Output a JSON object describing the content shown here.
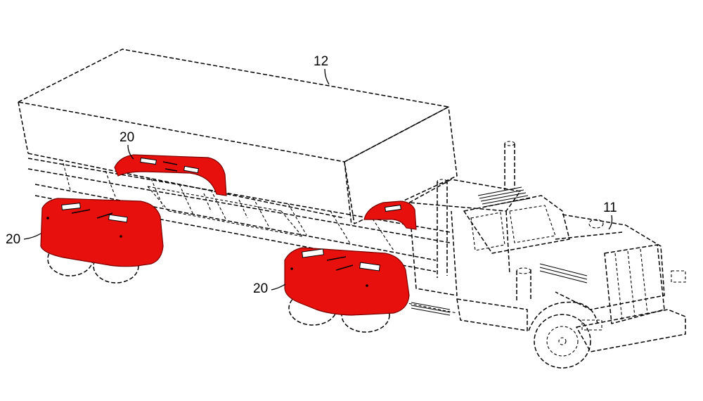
{
  "figure": {
    "labels": {
      "trailer": "12",
      "tractor": "11",
      "fairing_front_upper": "20",
      "fairing_front_lower": "20",
      "fairing_rear_lower": "20"
    },
    "colors": {
      "fairing_fill": "#e8100c",
      "fairing_stroke": "#7a0000",
      "line": "#000000",
      "background": "#ffffff"
    }
  }
}
